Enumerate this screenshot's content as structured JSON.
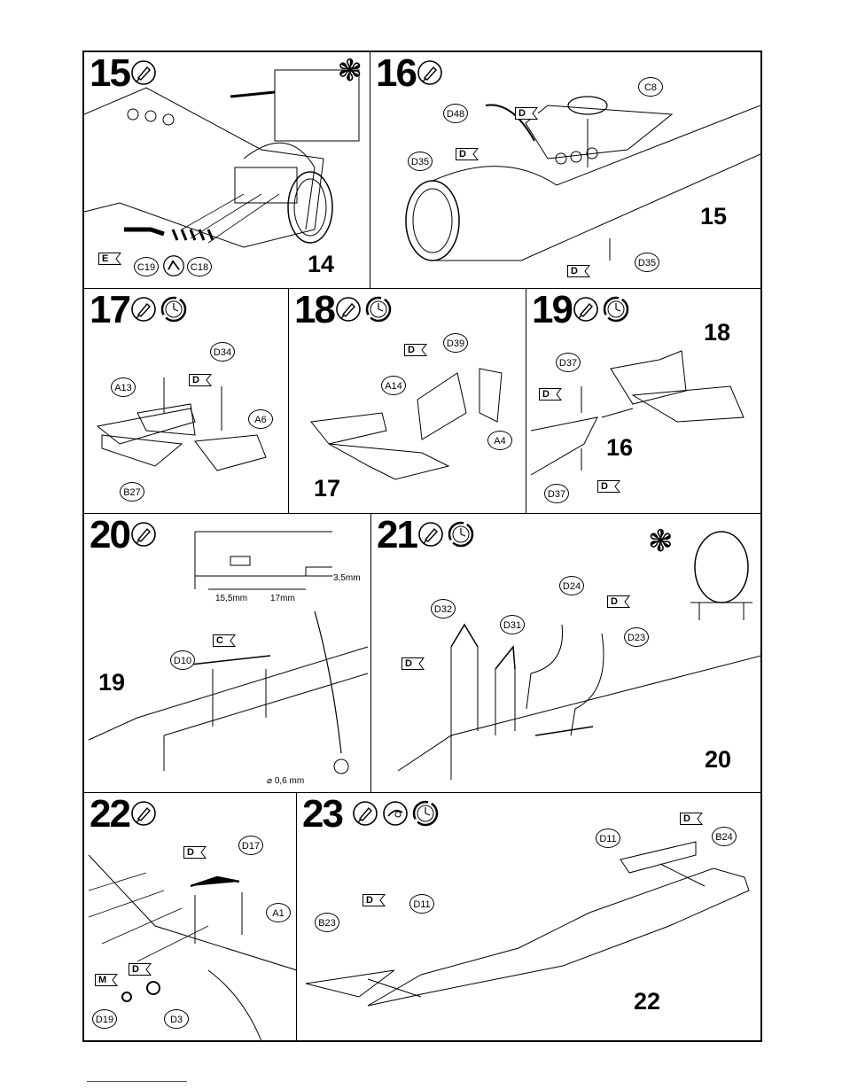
{
  "steps": [
    {
      "number": "15",
      "parts": [
        "C19",
        "C18"
      ],
      "decal_flags": [
        "E"
      ],
      "result": "14"
    },
    {
      "number": "16",
      "parts": [
        "C8",
        "D48",
        "D35",
        "D35"
      ],
      "decal_flags": [
        "D",
        "D",
        "D"
      ],
      "result": "15"
    },
    {
      "number": "17",
      "parts": [
        "D34",
        "A13",
        "A6",
        "B27"
      ],
      "decal_flags": [
        "D"
      ]
    },
    {
      "number": "18",
      "parts": [
        "D39",
        "A14",
        "A4"
      ],
      "decal_flags": [
        "D"
      ],
      "result": "17"
    },
    {
      "number": "19",
      "parts": [
        "D37",
        "D37"
      ],
      "decal_flags": [
        "D",
        "D"
      ],
      "results": [
        "18",
        "16"
      ]
    },
    {
      "number": "20",
      "parts": [
        "D10"
      ],
      "decal_flags": [
        "C"
      ],
      "result": "19",
      "dimensions": [
        "15,5mm",
        "17mm",
        "3,5mm",
        "0,6 mm"
      ]
    },
    {
      "number": "21",
      "parts": [
        "D32",
        "D31",
        "D24",
        "D23"
      ],
      "decal_flags": [
        "D",
        "D"
      ],
      "result": "20"
    },
    {
      "number": "22",
      "parts": [
        "D17",
        "A1",
        "D19",
        "D3"
      ],
      "decal_flags": [
        "D",
        "M",
        "D"
      ]
    },
    {
      "number": "23",
      "parts": [
        "D11",
        "B24",
        "B23",
        "D11"
      ],
      "decal_flags": [
        "D",
        "D"
      ],
      "result": "22"
    }
  ],
  "icons": [
    "glue-icon",
    "clock-icon",
    "optional-star-icon",
    "paint-icon",
    "bend-icon"
  ]
}
